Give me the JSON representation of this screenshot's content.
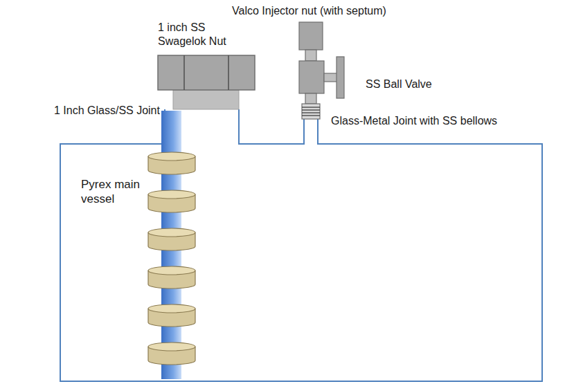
{
  "diagram": {
    "nodes": [
      {
        "text": [
          "Pyrex main vessel"
        ]
      }
    ],
    "labels": [
      "Valco Injector nut (with septum)",
      "1 inch SS Swagelok Nut",
      "SS Ball Valve",
      "1 Inch Glass/SS Joint",
      "Glass-Metal Joint with SS bellows"
    ]
  }
}
